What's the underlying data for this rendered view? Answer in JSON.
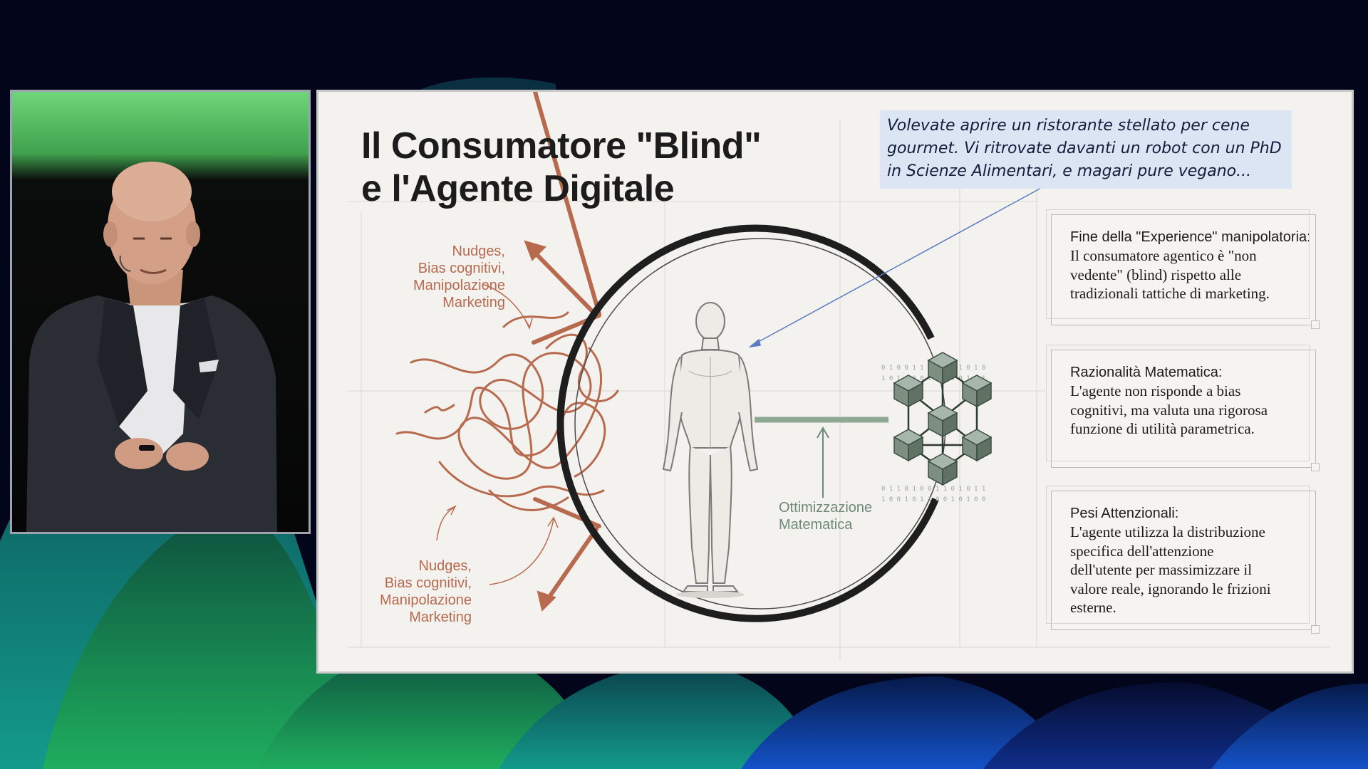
{
  "slide": {
    "title_lines": [
      "Il Consumatore \"Blind\"",
      "e l'Agente Digitale"
    ],
    "quote_lines": [
      "Volevate aprire un ristorante stellato per cene",
      "gourmet. Vi ritrovate davanti un robot con un PhD",
      "in Scienze Alimentari, e magari pure vegano..."
    ],
    "nudge_top_lines": [
      "Nudges,",
      "Bias cognitivi,",
      "Manipolazione",
      "Marketing"
    ],
    "nudge_bottom_lines": [
      "Nudges,",
      "Bias cognitivi,",
      "Manipolazione",
      "Marketing"
    ],
    "optimization_lines": [
      "Ottimizzazione",
      "Matematica"
    ],
    "boxes": [
      {
        "heading": "Fine della \"Experience\" manipolatoria:",
        "lines": [
          "Il consumatore agentico è \"non",
          "vedente\" (blind) rispetto alle",
          "tradizionali tattiche di marketing."
        ]
      },
      {
        "heading": "Razionalità Matematica:",
        "lines": [
          "L'agente non risponde a bias",
          "cognitivi, ma valuta una rigorosa",
          "funzione di utilità parametrica."
        ]
      },
      {
        "heading": "Pesi Attenzionali:",
        "lines": [
          "L'agente utilizza la distribuzione",
          "specifica dell'attenzione",
          "dell'utente per massimizzare il",
          "valore reale, ignorando le frizioni",
          "esterne."
        ]
      }
    ]
  },
  "colors": {
    "stage_background": "#04061a",
    "slide_background": "#f3f2ee",
    "quote_background": "#dce5f3",
    "accent_terracotta": "#b86a4e",
    "accent_green": "#6f8a78",
    "ring": "#1e1e1e"
  },
  "icons": {
    "figure": "human-body-icon",
    "network": "cube-network-icon"
  }
}
